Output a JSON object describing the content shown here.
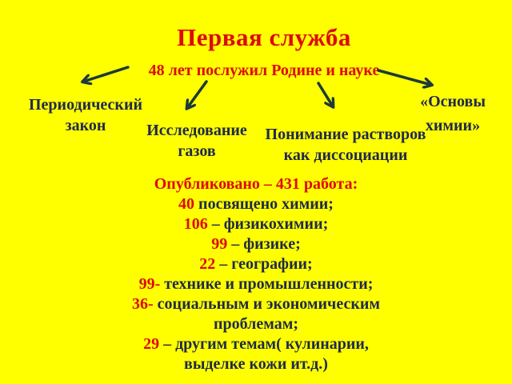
{
  "slide": {
    "title": "Первая служба",
    "subtitle": "48 лет послужил Родине  и науке"
  },
  "branches": [
    {
      "name": "periodic-law",
      "lines": [
        "Периодический",
        "закон"
      ]
    },
    {
      "name": "gas-research",
      "lines": [
        "Исследование",
        "газов"
      ]
    },
    {
      "name": "solutions",
      "lines": [
        "Понимание  растворов",
        "как диссоциации"
      ]
    },
    {
      "name": "chemistry-basics",
      "lines": [
        "«Основы",
        "химии»"
      ]
    }
  ],
  "publications": {
    "heading": "Опубликовано – 431 работа:",
    "items": [
      {
        "count": "40",
        "text1": " посвящено химии;",
        "text2": ""
      },
      {
        "count": "106",
        "text1": " – физикохимии;",
        "text2": ""
      },
      {
        "count": "99",
        "text1": " – физике;",
        "text2": ""
      },
      {
        "count": "22",
        "text1": " – географии;",
        "text2": ""
      },
      {
        "count": "99-",
        "text1": " технике и промышленности;",
        "text2": ""
      },
      {
        "count": "36-",
        "text1": " социальным и экономическим",
        "text2": "проблемам;"
      },
      {
        "count": "29",
        "text1": " – другим темам( кулинарии,",
        "text2": "выделке кожи ит.д.)"
      }
    ]
  },
  "colors": {
    "background": "#ffff00",
    "accent_red": "#dd0b05",
    "dark_navy_text": "#20294d",
    "arrow": "#1d3a38"
  }
}
